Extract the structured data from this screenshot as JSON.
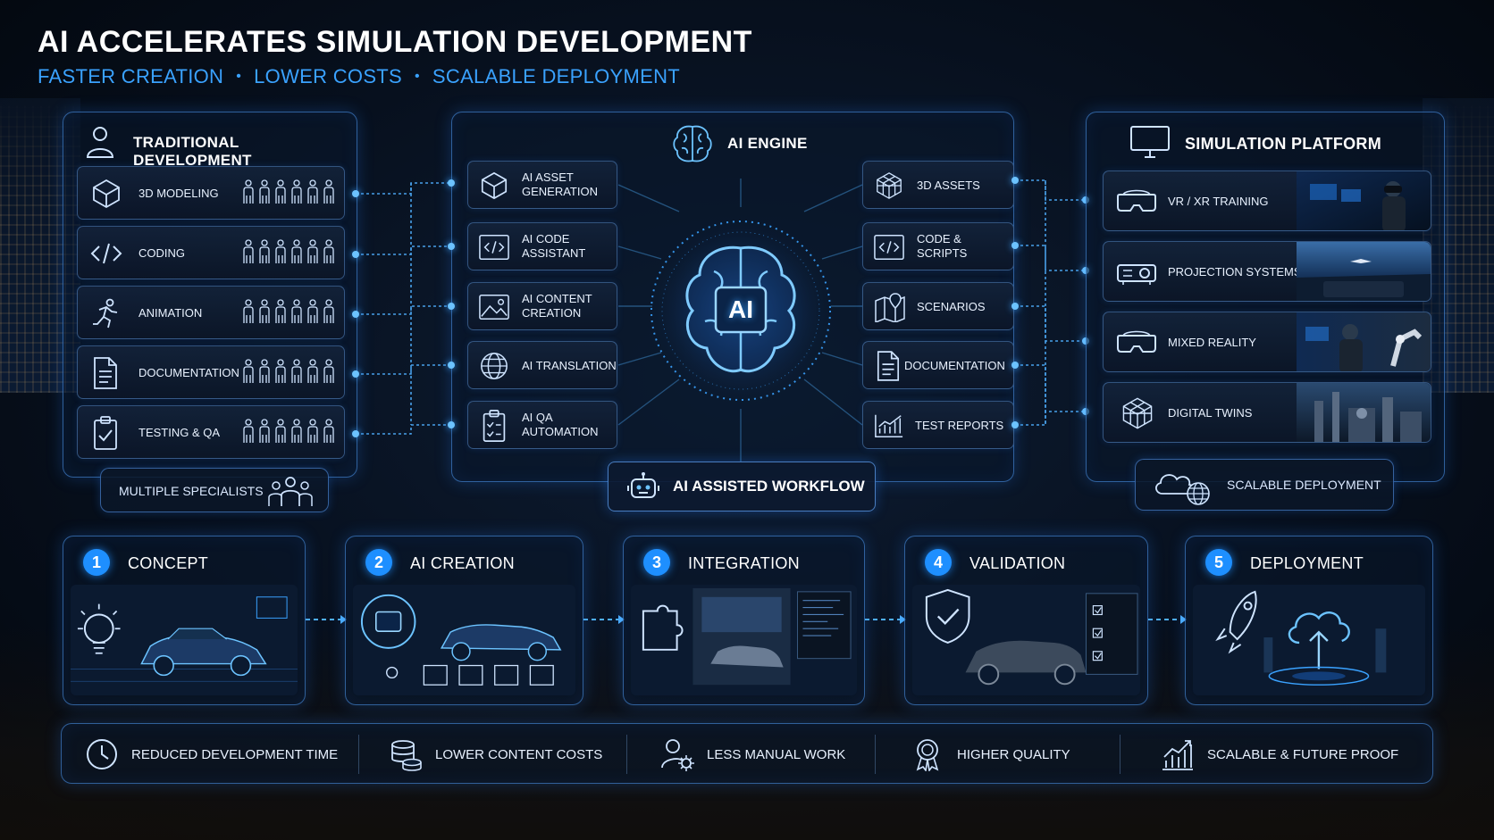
{
  "header": {
    "title": "AI ACCELERATES SIMULATION DEVELOPMENT",
    "subtitle_items": [
      "FASTER CREATION",
      "LOWER COSTS",
      "SCALABLE DEPLOYMENT"
    ]
  },
  "traditional": {
    "title": "TRADITIONAL DEVELOPMENT",
    "icon": "person-icon",
    "rows": [
      {
        "label": "3D MODELING",
        "icon": "cube-icon",
        "specialists": 6
      },
      {
        "label": "CODING",
        "icon": "code-icon",
        "specialists": 6
      },
      {
        "label": "ANIMATION",
        "icon": "running-figure-icon",
        "specialists": 6
      },
      {
        "label": "DOCUMENTATION",
        "icon": "document-icon",
        "specialists": 6
      },
      {
        "label": "TESTING & QA",
        "icon": "clipboard-check-icon",
        "specialists": 6
      }
    ],
    "footer": "MULTIPLE SPECIALISTS"
  },
  "engine": {
    "title": "AI ENGINE",
    "core_label": "AI",
    "inputs": [
      {
        "line1": "AI ASSET",
        "line2": "GENERATION",
        "icon": "cube-icon"
      },
      {
        "line1": "AI CODE",
        "line2": "ASSISTANT",
        "icon": "code-icon"
      },
      {
        "line1": "AI CONTENT",
        "line2": "CREATION",
        "icon": "image-icon"
      },
      {
        "line1": "AI TRANSLATION",
        "line2": "",
        "icon": "globe-icon"
      },
      {
        "line1": "AI QA",
        "line2": "AUTOMATION",
        "icon": "clipboard-check-icon"
      }
    ],
    "outputs": [
      {
        "line1": "3D ASSETS",
        "line2": "",
        "icon": "mesh-cube-icon"
      },
      {
        "line1": "CODE &",
        "line2": "SCRIPTS",
        "icon": "code-icon"
      },
      {
        "line1": "SCENARIOS",
        "line2": "",
        "icon": "map-pin-icon"
      },
      {
        "line1": "DOCUMENTATION",
        "line2": "",
        "icon": "document-icon"
      },
      {
        "line1": "TEST REPORTS",
        "line2": "",
        "icon": "chart-icon"
      }
    ],
    "workflow_label": "AI ASSISTED WORKFLOW"
  },
  "platform": {
    "title": "SIMULATION PLATFORM",
    "icon": "monitor-icon",
    "rows": [
      {
        "label": "VR / XR TRAINING",
        "icon": "vr-headset-icon"
      },
      {
        "label": "PROJECTION SYSTEMS",
        "icon": "projector-icon"
      },
      {
        "label": "MIXED REALITY",
        "icon": "vr-headset-icon"
      },
      {
        "label": "DIGITAL TWINS",
        "icon": "mesh-cube-icon"
      }
    ],
    "footer": "SCALABLE DEPLOYMENT"
  },
  "steps": [
    {
      "num": "1",
      "title": "CONCEPT"
    },
    {
      "num": "2",
      "title": "AI CREATION"
    },
    {
      "num": "3",
      "title": "INTEGRATION"
    },
    {
      "num": "4",
      "title": "VALIDATION"
    },
    {
      "num": "5",
      "title": "DEPLOYMENT"
    }
  ],
  "benefits": [
    {
      "label": "REDUCED DEVELOPMENT TIME",
      "icon": "clock-icon"
    },
    {
      "label": "LOWER CONTENT COSTS",
      "icon": "coins-icon"
    },
    {
      "label": "LESS MANUAL WORK",
      "icon": "user-gear-icon"
    },
    {
      "label": "HIGHER QUALITY",
      "icon": "award-icon"
    },
    {
      "label": "SCALABLE & FUTURE PROOF",
      "icon": "growth-chart-icon"
    }
  ],
  "colors": {
    "accent": "#3aa2ff",
    "panel_border": "#50a0ff",
    "background": "#07101e",
    "step_badge": "#1e8fff"
  }
}
